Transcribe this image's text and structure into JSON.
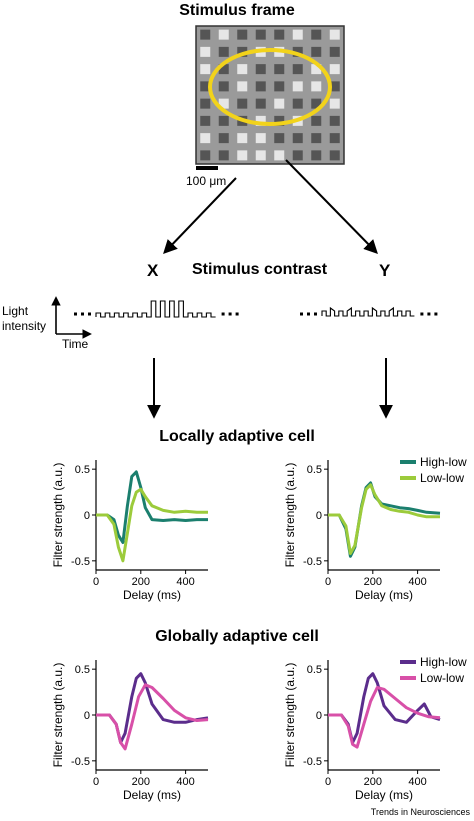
{
  "stimulus": {
    "title": "Stimulus frame",
    "scale_bar_label": "100 μm",
    "contrast_title": "Stimulus contrast",
    "left_label": "X",
    "right_label": "Y",
    "axis_y_label": "Light\nintensity",
    "axis_x_label": "Time",
    "colors": {
      "background": "#9a9a9a",
      "light_square": "#e6e6e6",
      "dark_square": "#555555",
      "receptive_field": "#f2d31b"
    }
  },
  "sections": [
    {
      "title": "Locally adaptive cell"
    },
    {
      "title": "Globally adaptive cell"
    }
  ],
  "credit": "Trends in Neurosciences",
  "chart_data": [
    {
      "type": "line",
      "xlabel": "Delay (ms)",
      "ylabel": "Filter strength (a.u.)",
      "xlim": [
        0,
        500
      ],
      "ylim": [
        -0.6,
        0.6
      ],
      "xticks": [
        0,
        200,
        400
      ],
      "yticks": [
        0.5,
        0,
        -0.5
      ],
      "legend": null,
      "series": [
        {
          "name": "High-low",
          "color": "#1b7f6e",
          "x": [
            0,
            50,
            80,
            100,
            120,
            140,
            160,
            180,
            200,
            220,
            250,
            300,
            350,
            400,
            450,
            500
          ],
          "y": [
            0,
            0,
            -0.05,
            -0.22,
            -0.3,
            0.1,
            0.42,
            0.47,
            0.3,
            0.08,
            -0.05,
            -0.06,
            -0.05,
            -0.06,
            -0.05,
            -0.05
          ]
        },
        {
          "name": "Low-low",
          "color": "#9ccb3b",
          "x": [
            0,
            50,
            80,
            100,
            120,
            140,
            160,
            180,
            200,
            220,
            250,
            300,
            350,
            400,
            450,
            500
          ],
          "y": [
            0,
            0,
            -0.1,
            -0.35,
            -0.5,
            -0.2,
            0.1,
            0.25,
            0.28,
            0.2,
            0.1,
            0.05,
            0.03,
            0.04,
            0.03,
            0.03
          ]
        }
      ]
    },
    {
      "type": "line",
      "xlabel": "Delay (ms)",
      "ylabel": "Filter strength (a.u.)",
      "xlim": [
        0,
        500
      ],
      "ylim": [
        -0.6,
        0.6
      ],
      "xticks": [
        0,
        200,
        400
      ],
      "yticks": [
        0.5,
        0,
        -0.5
      ],
      "legend": "top-right",
      "series": [
        {
          "name": "High-low",
          "color": "#1b7f6e",
          "x": [
            0,
            50,
            80,
            100,
            120,
            150,
            170,
            190,
            210,
            240,
            280,
            320,
            360,
            400,
            440,
            500
          ],
          "y": [
            0,
            0,
            -0.15,
            -0.45,
            -0.35,
            0.1,
            0.3,
            0.35,
            0.2,
            0.12,
            0.1,
            0.08,
            0.07,
            0.05,
            0.03,
            0.02
          ]
        },
        {
          "name": "Low-low",
          "color": "#9ccb3b",
          "x": [
            0,
            50,
            80,
            100,
            120,
            150,
            170,
            190,
            210,
            240,
            280,
            320,
            360,
            400,
            440,
            500
          ],
          "y": [
            0,
            0,
            -0.12,
            -0.42,
            -0.33,
            0.08,
            0.28,
            0.33,
            0.22,
            0.1,
            0.06,
            0.04,
            0.03,
            0.0,
            -0.02,
            -0.02
          ]
        }
      ]
    },
    {
      "type": "line",
      "xlabel": "Delay (ms)",
      "ylabel": "Filter strength (a.u.)",
      "xlim": [
        0,
        500
      ],
      "ylim": [
        -0.6,
        0.6
      ],
      "xticks": [
        0,
        200,
        400
      ],
      "yticks": [
        0.5,
        0,
        -0.5
      ],
      "legend": null,
      "series": [
        {
          "name": "High-low",
          "color": "#5b2d8c",
          "x": [
            0,
            60,
            90,
            110,
            130,
            160,
            180,
            200,
            220,
            250,
            300,
            350,
            400,
            450,
            500
          ],
          "y": [
            0,
            0,
            -0.1,
            -0.3,
            -0.2,
            0.2,
            0.4,
            0.45,
            0.35,
            0.12,
            -0.05,
            -0.08,
            -0.08,
            -0.05,
            -0.03
          ]
        },
        {
          "name": "Low-low",
          "color": "#d850a8",
          "x": [
            0,
            60,
            90,
            110,
            130,
            160,
            190,
            220,
            250,
            300,
            350,
            400,
            450,
            500
          ],
          "y": [
            0,
            0,
            -0.1,
            -0.3,
            -0.37,
            -0.1,
            0.2,
            0.33,
            0.3,
            0.18,
            0.05,
            -0.03,
            -0.06,
            -0.05
          ]
        }
      ]
    },
    {
      "type": "line",
      "xlabel": "Delay (ms)",
      "ylabel": "Filter strength (a.u.)",
      "xlim": [
        0,
        500
      ],
      "ylim": [
        -0.6,
        0.6
      ],
      "xticks": [
        0,
        200,
        400
      ],
      "yticks": [
        0.5,
        0,
        -0.5
      ],
      "legend": "top-right",
      "series": [
        {
          "name": "High-low",
          "color": "#5b2d8c",
          "x": [
            0,
            60,
            90,
            110,
            130,
            160,
            180,
            200,
            220,
            250,
            300,
            350,
            400,
            430,
            460,
            500
          ],
          "y": [
            0,
            0,
            -0.1,
            -0.3,
            -0.2,
            0.2,
            0.4,
            0.45,
            0.35,
            0.1,
            -0.05,
            -0.08,
            0.05,
            0.12,
            -0.02,
            -0.05
          ]
        },
        {
          "name": "Low-low",
          "color": "#d850a8",
          "x": [
            0,
            60,
            90,
            110,
            130,
            160,
            190,
            220,
            250,
            300,
            350,
            400,
            450,
            500
          ],
          "y": [
            0,
            0,
            -0.12,
            -0.32,
            -0.35,
            -0.1,
            0.15,
            0.3,
            0.28,
            0.18,
            0.08,
            0.02,
            -0.02,
            -0.03
          ]
        }
      ]
    }
  ]
}
